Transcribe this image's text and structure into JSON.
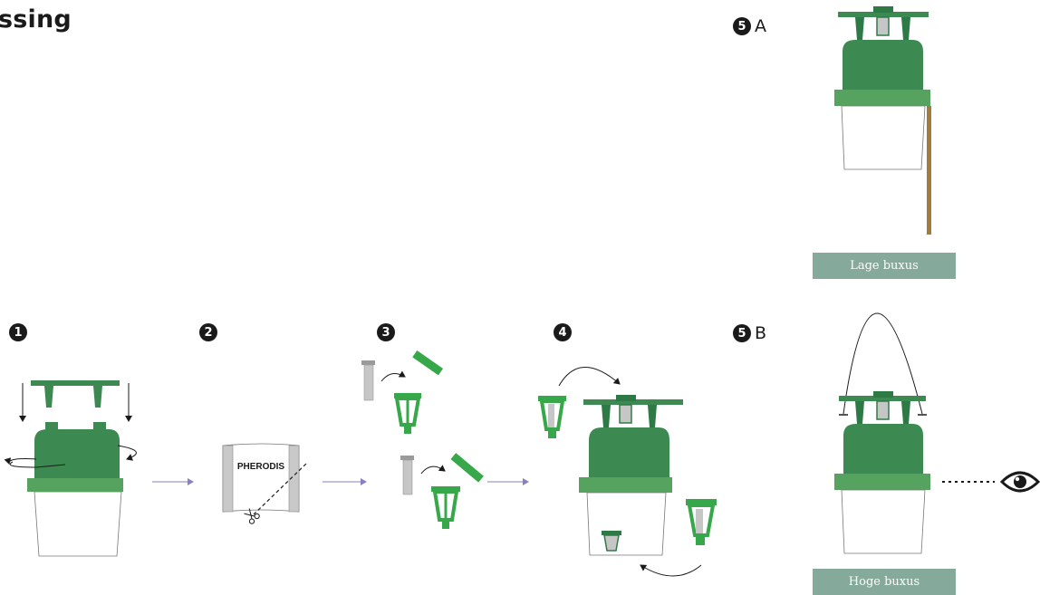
{
  "title": "ssing",
  "steps": [
    {
      "number": "1",
      "letter": ""
    },
    {
      "number": "2",
      "letter": ""
    },
    {
      "number": "3",
      "letter": ""
    },
    {
      "number": "4",
      "letter": ""
    },
    {
      "number": "5",
      "letter": "A"
    },
    {
      "number": "5",
      "letter": "B"
    }
  ],
  "package_text": "PHERODIS",
  "labels": {
    "low": "Lage buxus",
    "high": "Hoge buxus"
  },
  "colors": {
    "dark_green": "#3c8a52",
    "mid_green": "#55a35f",
    "bright_green": "#36a84a",
    "label_bg": "#85a99a",
    "arrow_purple": "#8a7fc0",
    "stake": "#a07d3c"
  }
}
